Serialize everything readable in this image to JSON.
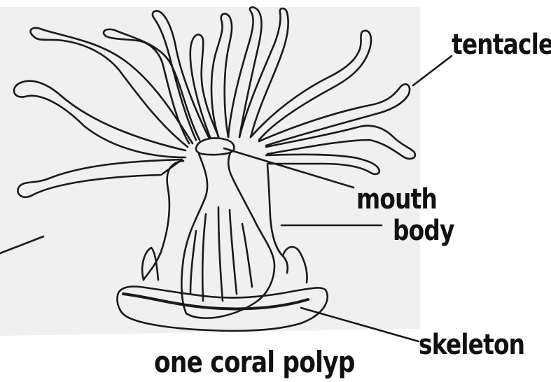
{
  "labels": {
    "tentacles": "tentacles",
    "mouth": "mouth",
    "body": "body",
    "skeleton": "skeleton"
  },
  "caption": "one coral polyp",
  "colors": {
    "line": "#1a1a1a",
    "shadow": "#f0f0f0",
    "background": "#ffffff",
    "text": "#111111"
  }
}
